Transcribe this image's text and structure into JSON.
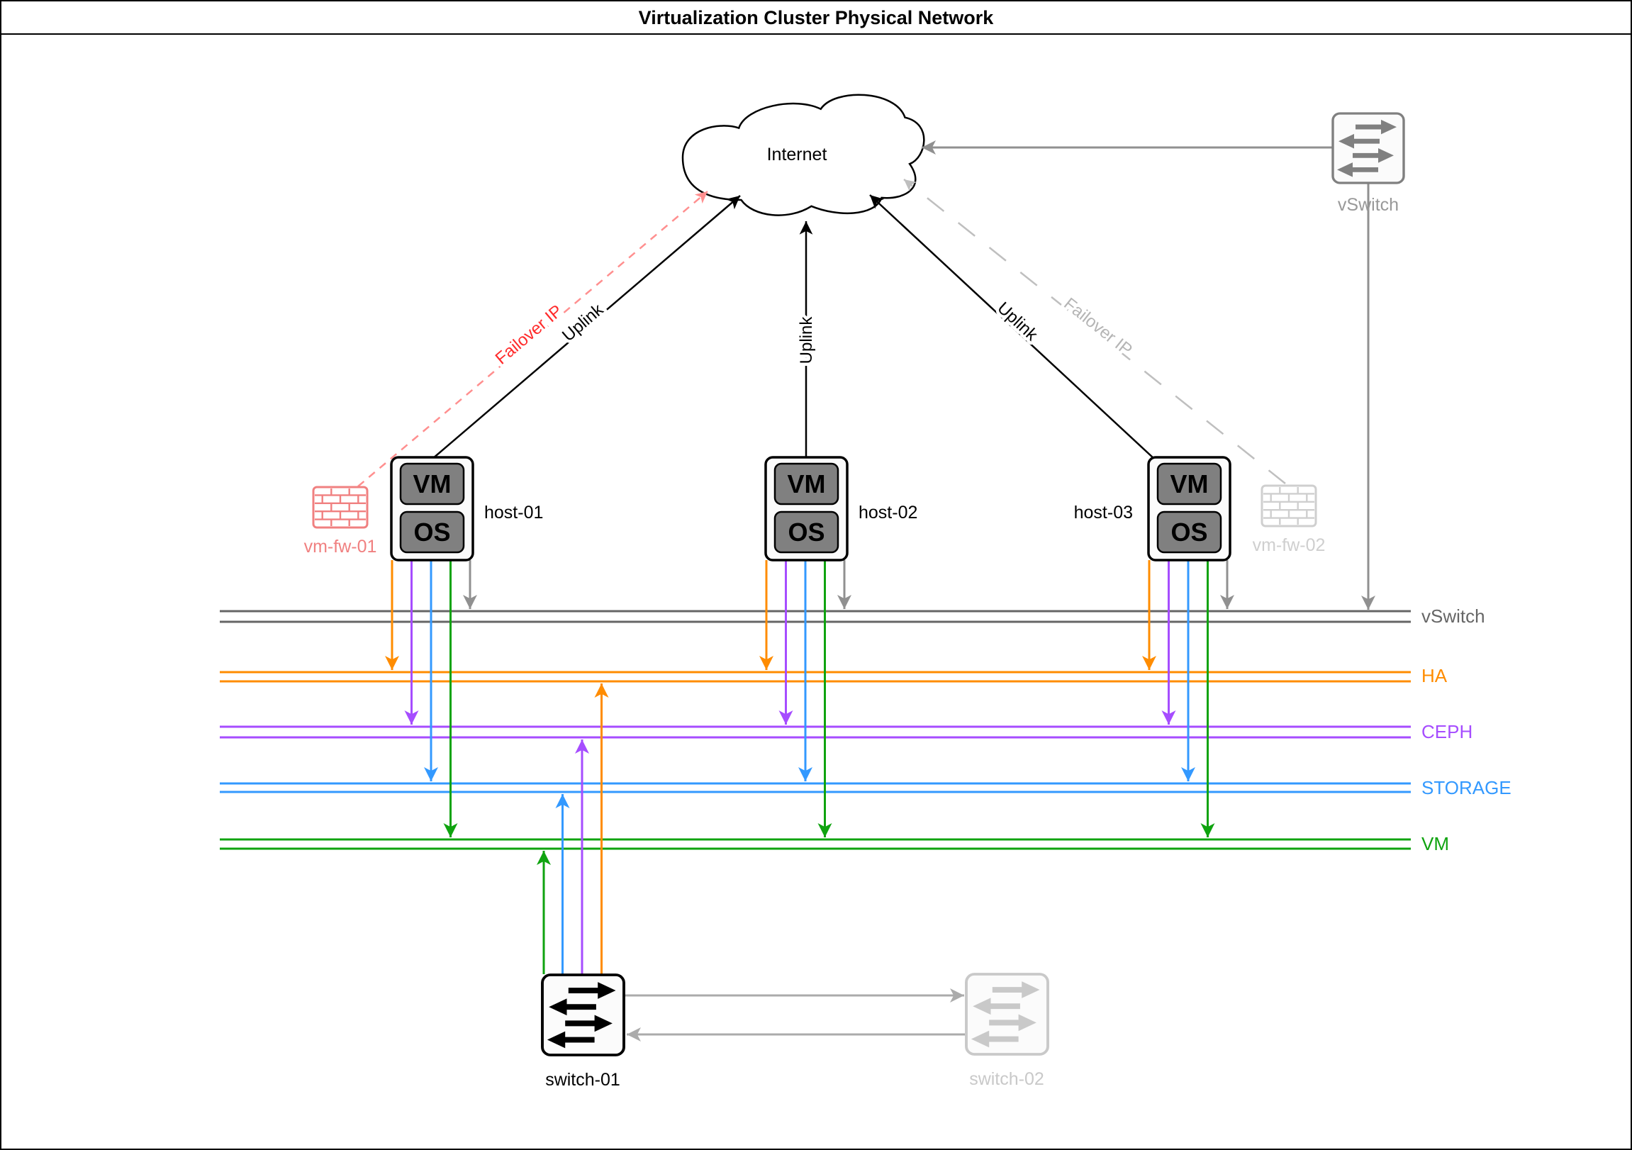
{
  "title": "Virtualization Cluster Physical Network",
  "internet": {
    "label": "Internet"
  },
  "hosts": [
    {
      "label": "host-01",
      "vm_label": "VM",
      "os_label": "OS"
    },
    {
      "label": "host-02",
      "vm_label": "VM",
      "os_label": "OS"
    },
    {
      "label": "host-03",
      "vm_label": "VM",
      "os_label": "OS"
    }
  ],
  "firewalls": [
    {
      "label": "vm-fw-01",
      "color": "#F08080"
    },
    {
      "label": "vm-fw-02",
      "color": "#CFCFCF"
    }
  ],
  "vswitch_node": {
    "label": "vSwitch",
    "color": "#808080"
  },
  "switches": [
    {
      "label": "switch-01",
      "color": "#000000"
    },
    {
      "label": "switch-02",
      "color": "#C9C9C9"
    }
  ],
  "buses": [
    {
      "id": "vswitch",
      "label": "vSwitch",
      "color": "#666666"
    },
    {
      "id": "ha",
      "label": "HA",
      "color": "#FF8C00"
    },
    {
      "id": "ceph",
      "label": "CEPH",
      "color": "#A64DFF"
    },
    {
      "id": "storage",
      "label": "STORAGE",
      "color": "#3399FF"
    },
    {
      "id": "vm",
      "label": "VM",
      "color": "#0FA30F"
    }
  ],
  "edge_labels": {
    "uplink1": "Uplink",
    "uplink2": "Uplink",
    "uplink3": "Uplink",
    "failover_primary": "Failover IP",
    "failover_secondary": "Failover IP"
  },
  "colors": {
    "background": "#FFFFFF",
    "border": "#000000",
    "host_box_fill": "#FBFBFB",
    "host_inner_fill": "#808080",
    "uplink_line": "#000000",
    "vswitch_link": "#909090",
    "switch_link": "#ABABAB",
    "failover_primary_line": "#FF8F8F",
    "failover_primary_text": "#FF2B2B",
    "failover_secondary_line": "#BFBFBF",
    "failover_secondary_text": "#B5B5B5"
  }
}
